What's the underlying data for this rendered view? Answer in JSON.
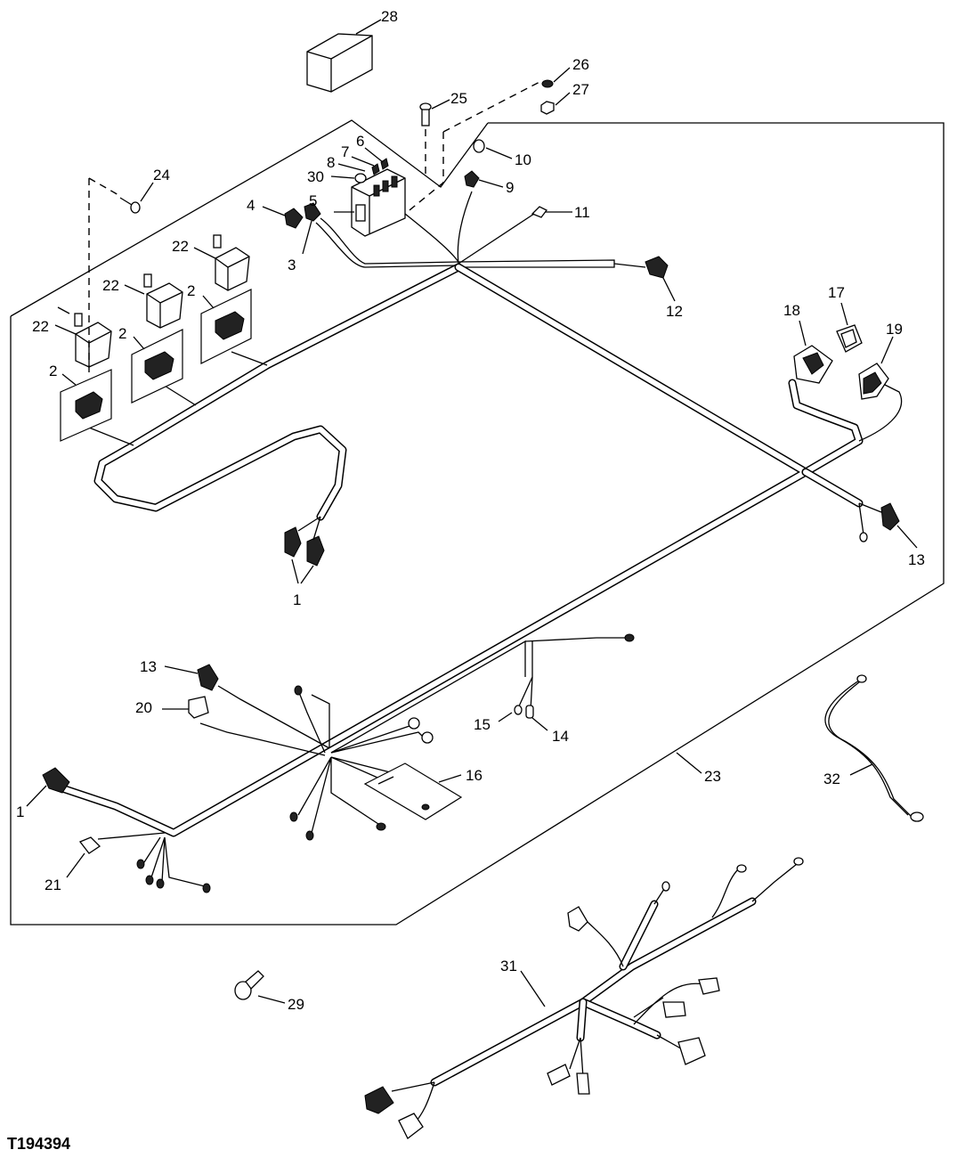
{
  "figure_id": "T194394",
  "callouts": {
    "c1": "1",
    "c2": "2",
    "c3": "3",
    "c4": "4",
    "c5": "5",
    "c6": "6",
    "c7": "7",
    "c8": "8",
    "c9": "9",
    "c10": "10",
    "c11": "11",
    "c12": "12",
    "c13": "13",
    "c14": "14",
    "c15": "15",
    "c16": "16",
    "c17": "17",
    "c18": "18",
    "c19": "19",
    "c20": "20",
    "c21": "21",
    "c22": "22",
    "c23": "23",
    "c24": "24",
    "c25": "25",
    "c26": "26",
    "c27": "27",
    "c28": "28",
    "c29": "29",
    "c30": "30",
    "c31": "31",
    "c32": "32"
  }
}
